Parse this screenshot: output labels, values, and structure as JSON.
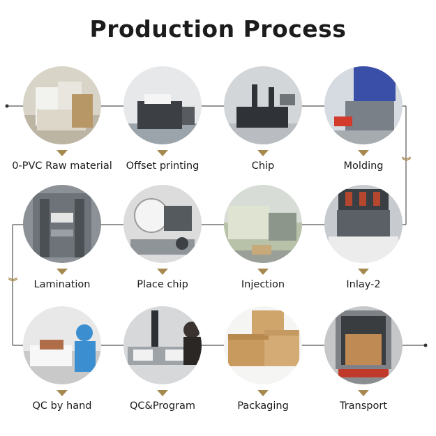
{
  "title": "Production Process",
  "colors": {
    "line": "#555555",
    "accent": "#a6894f",
    "text": "#1a1a1a"
  },
  "steps": [
    {
      "label": "0-PVC Raw material",
      "scene": "warehouse"
    },
    {
      "label": "Offset printing",
      "scene": "printer"
    },
    {
      "label": "Chip",
      "scene": "chip-machine"
    },
    {
      "label": "Molding",
      "scene": "molding-machine"
    },
    {
      "label": "Lamination",
      "scene": "press"
    },
    {
      "label": "Place chip",
      "scene": "roller"
    },
    {
      "label": "Injection",
      "scene": "injector"
    },
    {
      "label": "Inlay-2",
      "scene": "inlay-machine"
    },
    {
      "label": "QC by hand",
      "scene": "worker"
    },
    {
      "label": "QC&Program",
      "scene": "programmer"
    },
    {
      "label": "Packaging",
      "scene": "boxes"
    },
    {
      "label": "Transport",
      "scene": "truck"
    }
  ]
}
